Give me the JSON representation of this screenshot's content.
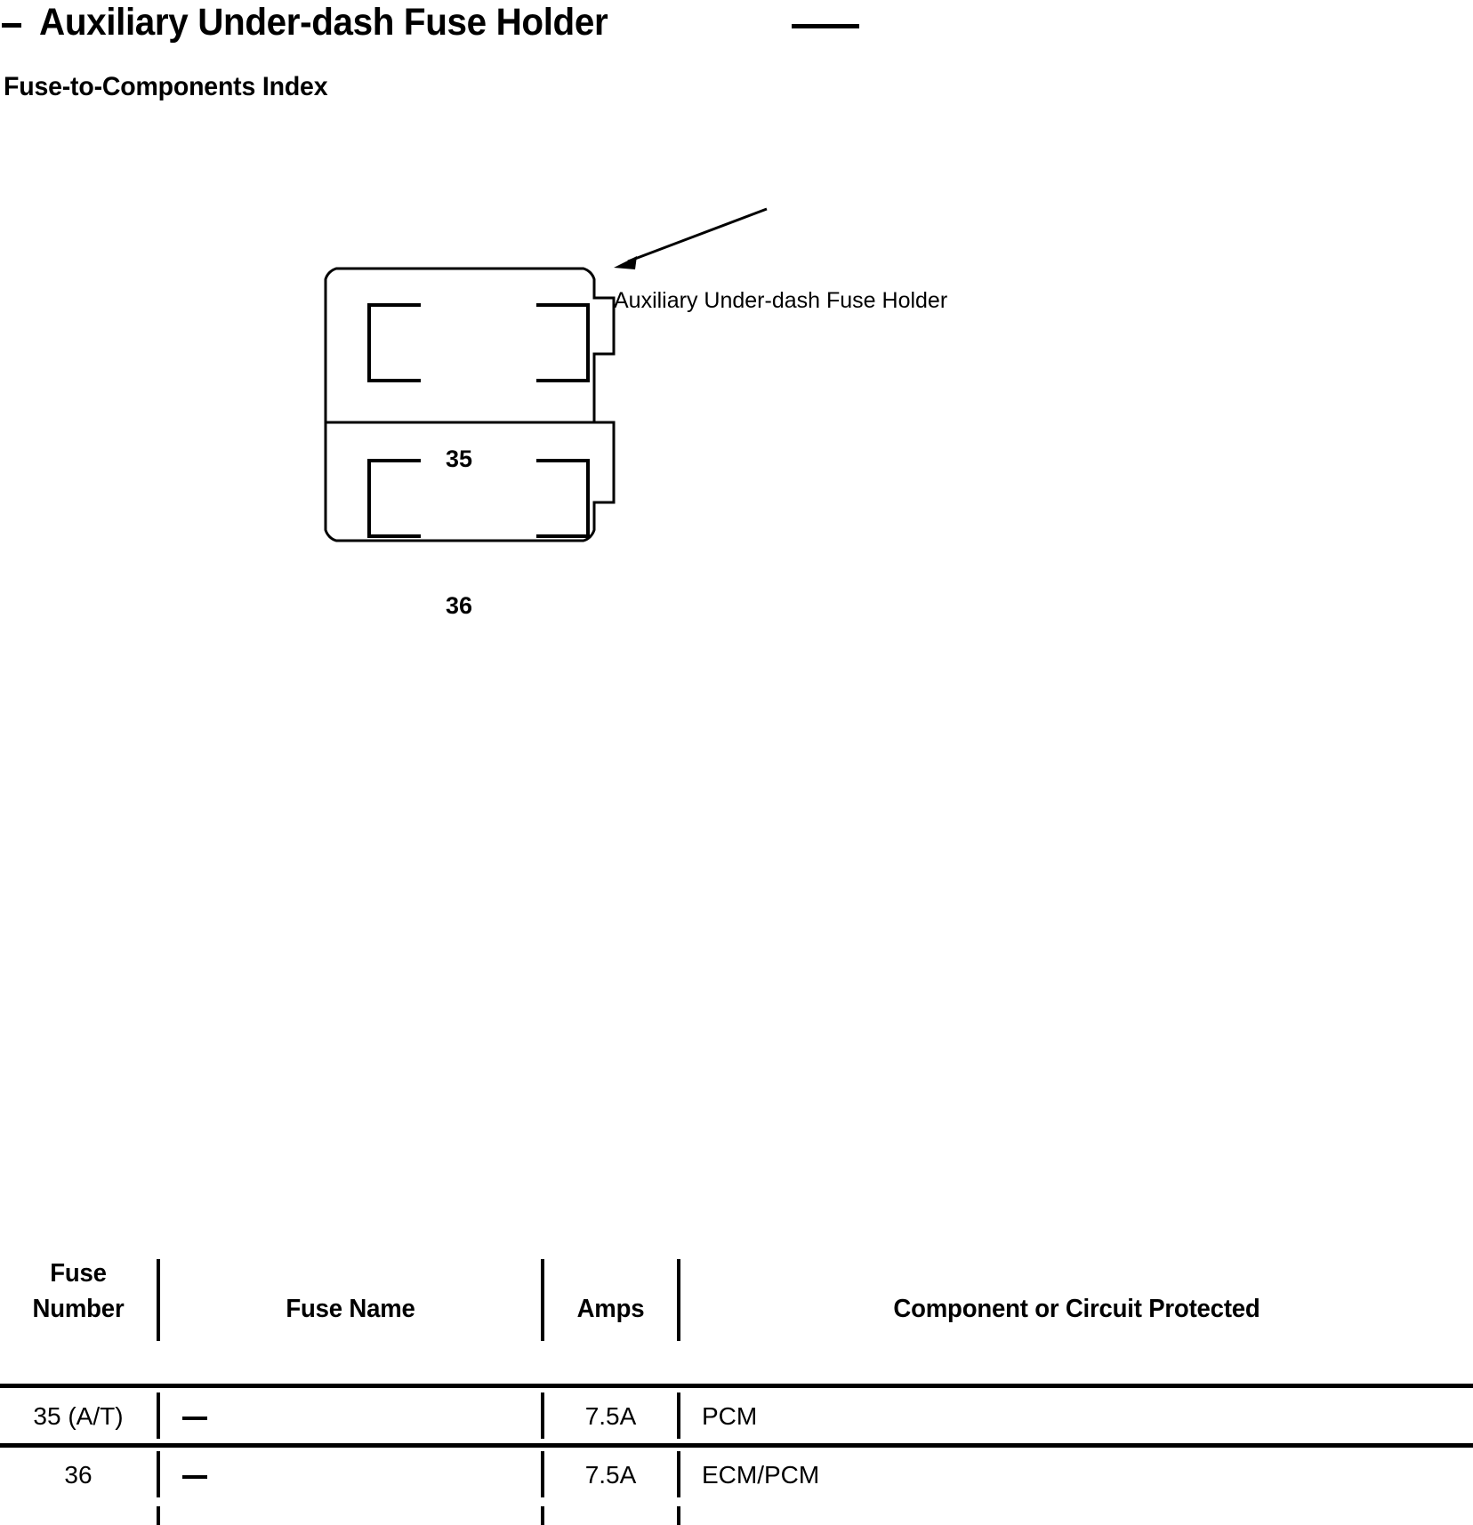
{
  "document": {
    "title": "Auxiliary Under-dash Fuse Holder",
    "subtitle": "Fuse-to-Components Index",
    "leader_dash": "–"
  },
  "figure": {
    "callout_label": "Auxiliary Under-dash Fuse Holder",
    "fuse_slots": [
      {
        "number": "35"
      },
      {
        "number": "36"
      }
    ]
  },
  "table": {
    "headers": [
      {
        "line1": "Fuse",
        "line2": "Number"
      },
      {
        "line1": "",
        "line2": "Fuse Name"
      },
      {
        "line1": "",
        "line2": "Amps"
      },
      {
        "line1": "",
        "line2": "Component or Circuit Protected"
      }
    ],
    "rows": [
      {
        "fuse_number": "35 (A/T)",
        "fuse_name": "—",
        "amps": "7.5A",
        "component": "PCM"
      },
      {
        "fuse_number": "36",
        "fuse_name": "—",
        "amps": "7.5A",
        "component": "ECM/PCM"
      }
    ]
  },
  "colors": {
    "ink": "#000000",
    "paper": "#ffffff"
  }
}
